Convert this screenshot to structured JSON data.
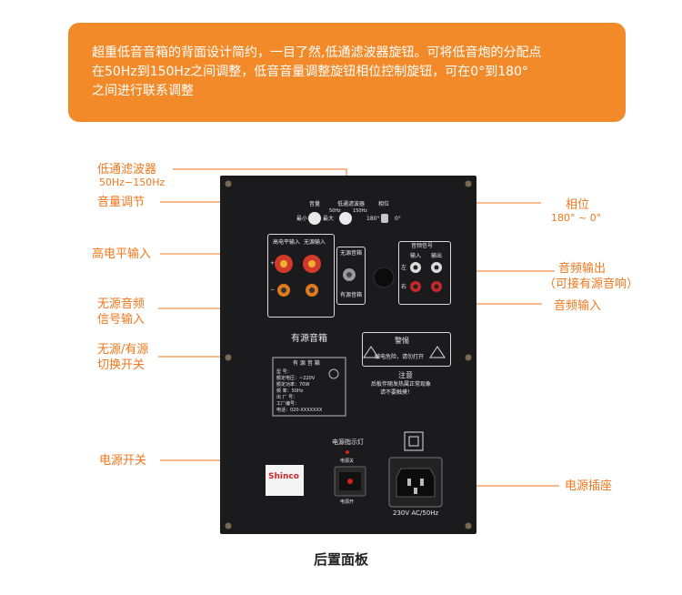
{
  "banner": {
    "lines": [
      "超重低音音箱的背面设计简约，一目了然,低通滤波器旋钮。可将低音炮的分配点",
      "在50Hz到150Hz之间调整，低音音量调整旋钮相位控制旋钮，可在0°到180°",
      "之间进行联系调整"
    ]
  },
  "callouts": {
    "lowpass": "低通滤波器",
    "lowpass_range": "50Hz−150Hz",
    "volume": "音量调节",
    "high_level_input": "高电平输入",
    "passive_signal_line1": "无源音频",
    "passive_signal_line2": "信号输入",
    "switch_line1": "无源/有源",
    "switch_line2": "切换开关",
    "power_switch": "电源开关",
    "phase": "相位",
    "phase_range": "180° ~ 0°",
    "audio_output_line1": "音频输出",
    "audio_output_line2": "（可接有源音响）",
    "audio_input": "音频输入",
    "power_socket": "电源插座"
  },
  "panel": {
    "volume_knob": "音量",
    "lowpass_knob": "低通滤波器",
    "lowpass_min": "50Hz",
    "lowpass_max": "150Hz",
    "phase_knob": "相位",
    "vol_min": "最小",
    "vol_max": "最大",
    "phase_180": "180°",
    "phase_0": "0°",
    "high_level_header": "高电平输入",
    "passive_header": "无源输入",
    "switch_top": "无源音箱",
    "switch_bottom": "有源音箱",
    "plus": "+",
    "minus": "−",
    "signal_header": "音频信号",
    "in_label": "输入",
    "out_label": "输出",
    "left_label": "左",
    "right_label": "右",
    "active_speaker": "有源音箱",
    "warning_title": "警惕",
    "warning_text": "触电危险，请勿打开",
    "notice_title": "注意",
    "notice_line1": "后板伴随发热属正常现象",
    "notice_line2": "请不要触摸！",
    "nameplate_title": "有 源 音 箱",
    "nameplate_rows": [
      "型    号：",
      "额定电压：~220V",
      "额定功率：70W",
      "频    率：50Hz",
      "出 厂 号：",
      "工厂编号：",
      "电话：020-XXXXXXX"
    ],
    "power_indicator": "电源指示灯",
    "power_on": "电源关",
    "power_off": "电源开",
    "brand": "Shinco",
    "ac_spec": "230V AC/50Hz"
  },
  "footer": "后置面板"
}
